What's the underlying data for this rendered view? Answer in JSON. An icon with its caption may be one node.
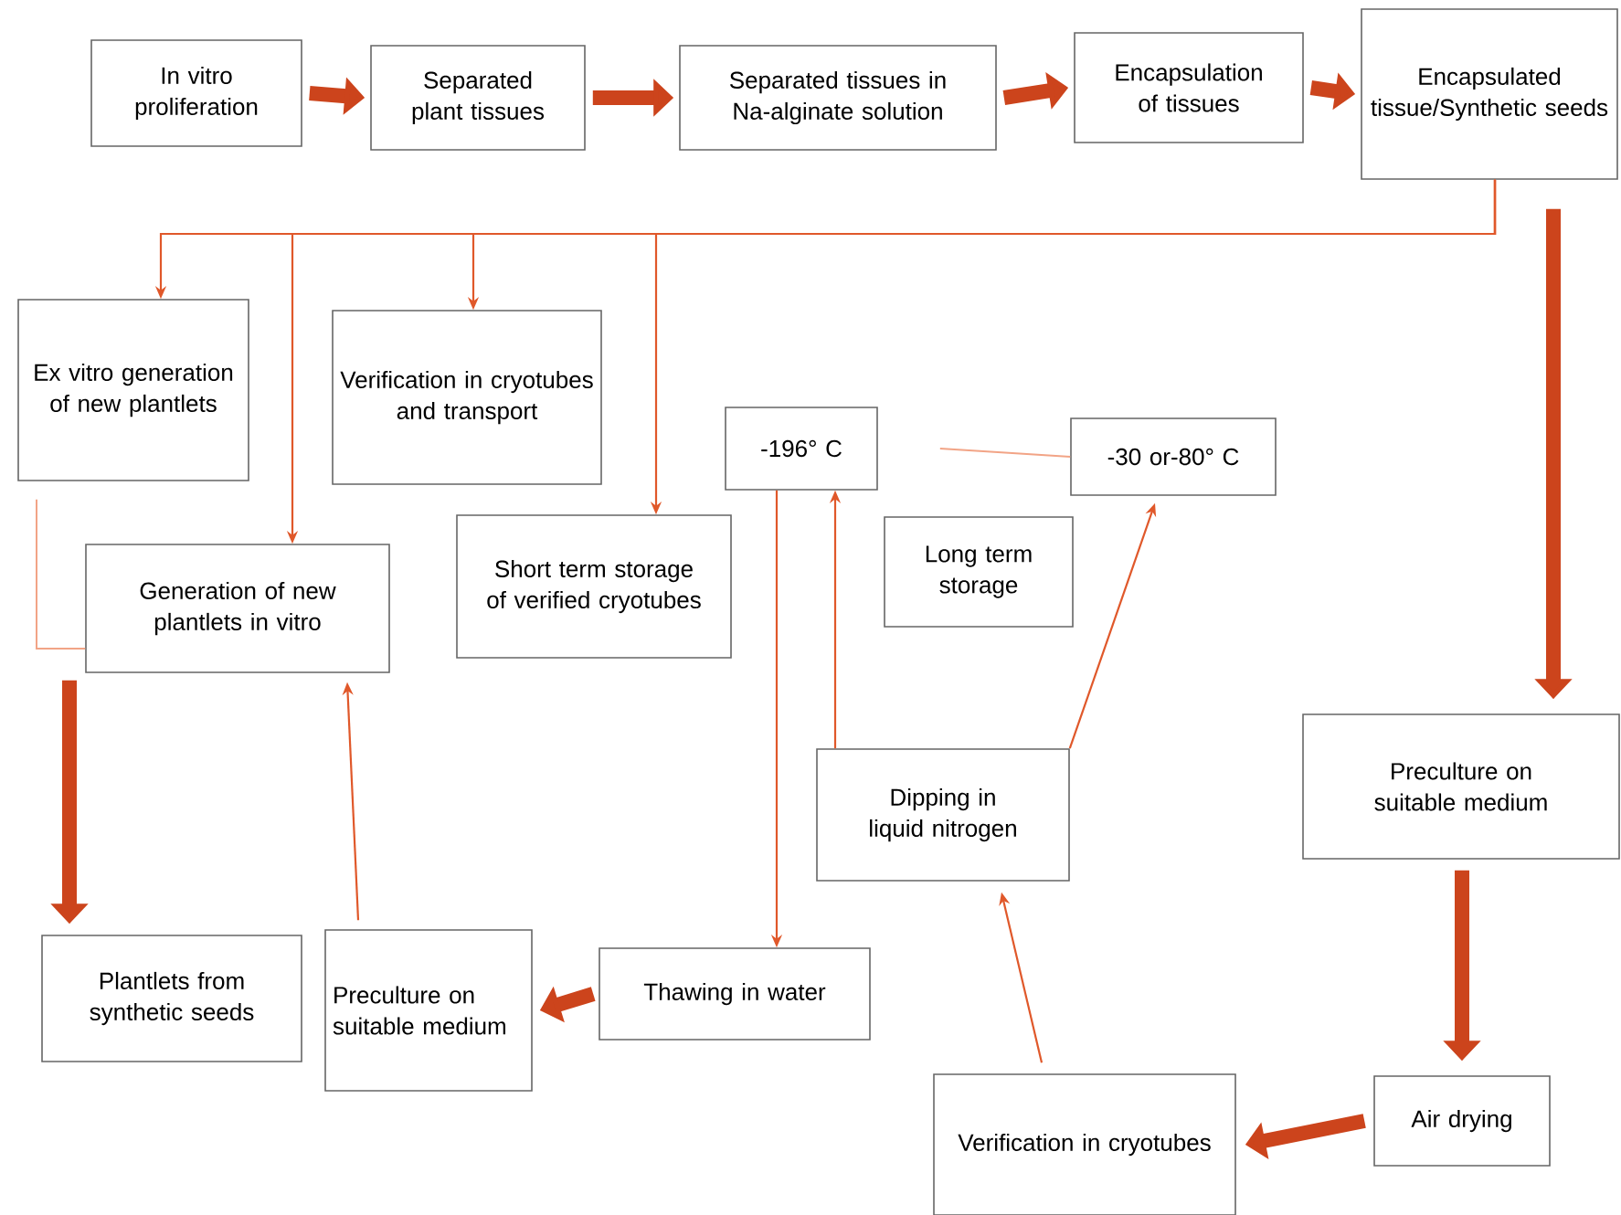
{
  "diagram": {
    "nodes": [
      {
        "text": [
          "In vitro proliferation"
        ]
      },
      {
        "text": [
          "Separated plant tissues"
        ]
      },
      {
        "text": [
          "Separated tissues in Na-alginate solution"
        ]
      },
      {
        "text": [
          "Encapsulation of tissues"
        ]
      },
      {
        "text": [
          "Encapsulated tissue/Synthetic seeds"
        ]
      },
      {
        "text": [
          "Ex vitro generation of new plantlets"
        ]
      },
      {
        "text": [
          "Verification in cryotubes and transport"
        ]
      },
      {
        "text": [
          "-196° C"
        ]
      },
      {
        "text": [
          "-30 or-80° C"
        ]
      },
      {
        "text": [
          "Short term storage of verified cryotubes"
        ]
      },
      {
        "text": [
          "Long term storage"
        ]
      },
      {
        "text": [
          "Generation of new plantlets in vitro"
        ]
      },
      {
        "text": [
          "Dipping in liquid nitrogen"
        ]
      },
      {
        "text": [
          "Preculture on suitable medium"
        ]
      },
      {
        "text": [
          "Plantlets from synthetic seeds"
        ]
      },
      {
        "text": [
          "Preculture on suitable medium"
        ]
      },
      {
        "text": [
          "Thawing in water"
        ]
      },
      {
        "text": [
          "Verification in cryotubes"
        ]
      },
      {
        "text": [
          "Air drying"
        ]
      }
    ],
    "edges": [
      {
        "from": 0,
        "to": 1,
        "arrow": "to",
        "style": "thick"
      },
      {
        "from": 1,
        "to": 2,
        "arrow": "to",
        "style": "thick"
      },
      {
        "from": 2,
        "to": 3,
        "arrow": "to",
        "style": "thick"
      },
      {
        "from": 3,
        "to": 4,
        "arrow": "to",
        "style": "thick"
      },
      {
        "from": 4,
        "to": 5,
        "arrow": "to"
      },
      {
        "from": 4,
        "to": 11,
        "arrow": "to"
      },
      {
        "from": 4,
        "to": 6,
        "arrow": "to"
      },
      {
        "from": 4,
        "to": 9,
        "arrow": "to"
      },
      {
        "from": 4,
        "to": 13,
        "arrow": "to",
        "style": "thick"
      },
      {
        "from": 13,
        "to": 18,
        "arrow": "to",
        "style": "thick"
      },
      {
        "from": 18,
        "to": 17,
        "arrow": "to",
        "style": "thick"
      },
      {
        "from": 17,
        "to": 12,
        "arrow": "to"
      },
      {
        "from": 12,
        "to": 7,
        "arrow": "to"
      },
      {
        "from": 12,
        "to": 8,
        "arrow": "to"
      },
      {
        "from": 7,
        "to": 8,
        "arrow": "none",
        "color": "#f2a486"
      },
      {
        "from": 7,
        "to": 16,
        "arrow": "to"
      },
      {
        "from": 16,
        "to": 15,
        "arrow": "to",
        "style": "thick"
      },
      {
        "from": 15,
        "to": 11,
        "arrow": "to"
      },
      {
        "from": 5,
        "to": 11,
        "arrow": "none",
        "color": "#f2a486"
      },
      {
        "from": 11,
        "to": 14,
        "arrow": "to",
        "style": "thick"
      }
    ]
  }
}
